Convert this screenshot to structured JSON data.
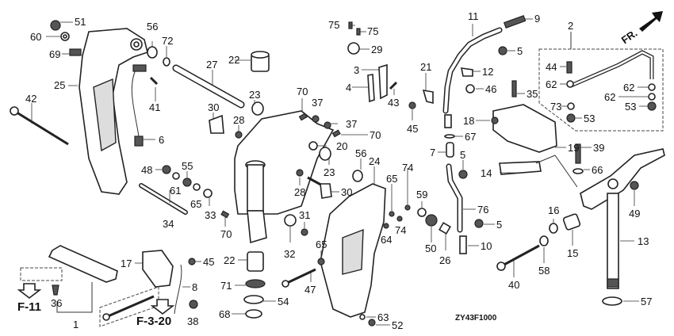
{
  "diagram": {
    "code": "ZY43F1000",
    "front_marker": "FR.",
    "references": [
      {
        "id": "ref-f11",
        "label": "F-11"
      },
      {
        "id": "ref-f320",
        "label": "F-3-20"
      }
    ],
    "callouts": {
      "c51": "51",
      "c60": "60",
      "c69": "69",
      "c25": "25",
      "c42": "42",
      "c6": "6",
      "c56a": "56",
      "c72": "72",
      "c41": "41",
      "c27": "27",
      "c22a": "22",
      "c30a": "30",
      "c28a": "28",
      "c23a": "23",
      "c70a": "70",
      "c37a": "37",
      "c75a": "75",
      "c75b": "75",
      "c29": "29",
      "c3": "3",
      "c4": "4",
      "c43": "43",
      "c37b": "37",
      "c70b": "70",
      "c20": "20",
      "c23b": "23",
      "c28b": "28",
      "c30b": "30",
      "c56b": "56",
      "c24": "24",
      "c65a": "65",
      "c74a": "74",
      "c74b": "74",
      "c64": "64",
      "c48": "48",
      "c55": "55",
      "c61": "61",
      "c65b": "65",
      "c33": "33",
      "c34": "34",
      "c70c": "70",
      "c31": "31",
      "c32": "32",
      "c65c": "65",
      "c47": "47",
      "c22b": "22",
      "c71": "71",
      "c54": "54",
      "c68": "68",
      "c63": "63",
      "c52": "52",
      "c45a": "45",
      "c8": "8",
      "c38": "38",
      "c17": "17",
      "c36": "36",
      "c1": "1",
      "c11": "11",
      "c9": "9",
      "c5a": "5",
      "c21": "21",
      "c12": "12",
      "c46": "46",
      "c45b": "45",
      "c35": "35",
      "c18": "18",
      "c67": "67",
      "c7": "7",
      "c5b": "5",
      "c14": "14",
      "c19": "19",
      "c76": "76",
      "c5c": "5",
      "c10": "10",
      "c59": "59",
      "c50": "50",
      "c26": "26",
      "c2": "2",
      "c44": "44",
      "c62a": "62",
      "c62b": "62",
      "c62c": "62",
      "c73": "73",
      "c53a": "53",
      "c53b": "53",
      "c39": "39",
      "c66": "66",
      "c49": "49",
      "c16": "16",
      "c15": "15",
      "c13": "13",
      "c58": "58",
      "c40": "40",
      "c57": "57"
    }
  }
}
